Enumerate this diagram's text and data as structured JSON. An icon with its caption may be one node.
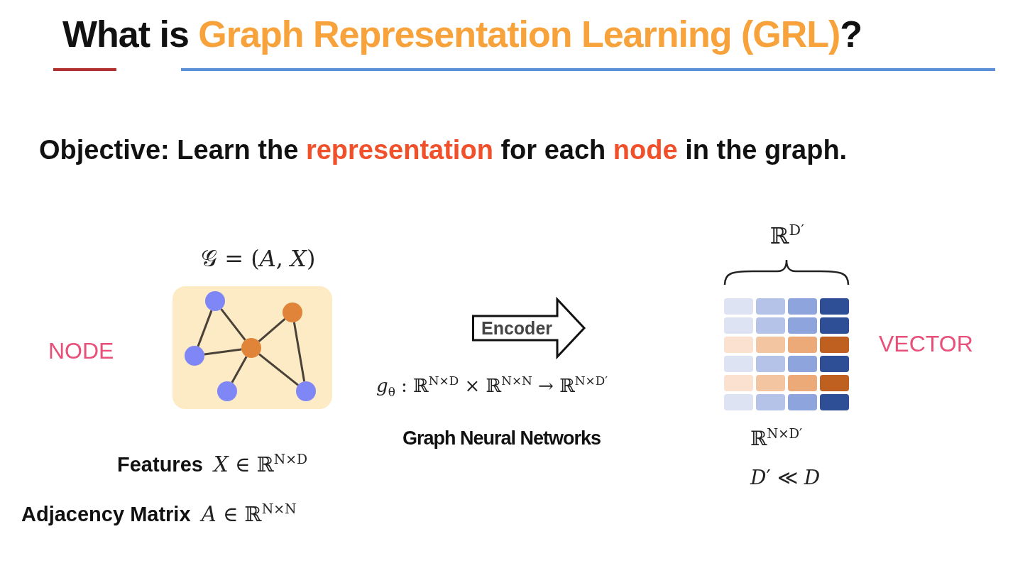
{
  "diagram": {
    "title": "What is **Graph Representation Learning (GRL)**?",
    "nodes": [
      {
        "text": [
          "𝒢 = (*A*, *X*)"
        ]
      },
      {
        "text": [],
        "shape": "circle",
        "in": 0
      },
      {
        "text": [],
        "shape": "circle",
        "in": 0
      },
      {
        "text": [],
        "shape": "circle",
        "in": 0
      },
      {
        "text": [],
        "shape": "circle",
        "in": 0
      },
      {
        "text": [],
        "shape": "circle",
        "in": 0
      },
      {
        "text": [],
        "shape": "circle",
        "in": 0
      },
      {
        "text": [
          "Encoder"
        ]
      },
      {
        "text": [],
        "shape": "box"
      }
    ],
    "edges": [
      {
        "from": 2,
        "to": 1,
        "arrow": "none"
      },
      {
        "from": 2,
        "to": 4,
        "arrow": "none"
      },
      {
        "from": 1,
        "to": 4,
        "arrow": "none"
      },
      {
        "from": 4,
        "to": 5,
        "arrow": "none"
      },
      {
        "from": 4,
        "to": 3,
        "arrow": "none"
      },
      {
        "from": 4,
        "to": 6,
        "arrow": "none"
      },
      {
        "from": 5,
        "to": 6,
        "arrow": "none"
      }
    ],
    "labels": [
      "Objective: Learn the **representation**  for each **node** in the graph.",
      "ℝ$^{D′}$",
      "NODE",
      "VECTOR",
      "*g*$_{θ}$ : ℝ$^{N×D}$ × ℝ$^{N×N}$ → ℝ$^{N×D′}$",
      "Graph Neural Networks",
      "ℝ$^{N×D′}$",
      "**Features**  *X* ∈ ℝ$^{N×D}$",
      "*D*′ ≪ *D*",
      "**Adjacency Matrix**  *A* ∈ ℝ$^{N×N}$"
    ]
  }
}
